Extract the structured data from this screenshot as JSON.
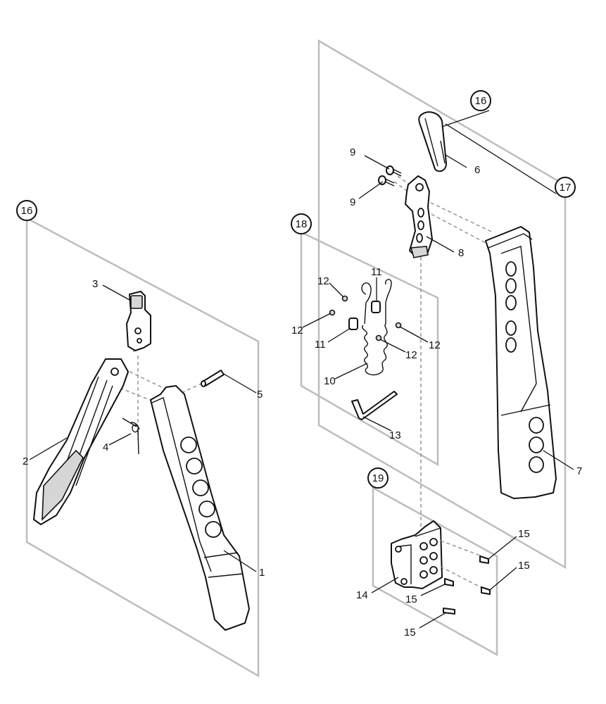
{
  "groups": [
    {
      "id": "16a",
      "label": "16"
    },
    {
      "id": "16b",
      "label": "16"
    },
    {
      "id": "17",
      "label": "17"
    },
    {
      "id": "18",
      "label": "18"
    },
    {
      "id": "19",
      "label": "19"
    }
  ],
  "parts": [
    {
      "id": "p1",
      "label": "1"
    },
    {
      "id": "p2",
      "label": "2"
    },
    {
      "id": "p3",
      "label": "3"
    },
    {
      "id": "p4",
      "label": "4"
    },
    {
      "id": "p5",
      "label": "5"
    },
    {
      "id": "p6",
      "label": "6"
    },
    {
      "id": "p7",
      "label": "7"
    },
    {
      "id": "p8",
      "label": "8"
    },
    {
      "id": "p9a",
      "label": "9"
    },
    {
      "id": "p9b",
      "label": "9"
    },
    {
      "id": "p10",
      "label": "10"
    },
    {
      "id": "p11a",
      "label": "11"
    },
    {
      "id": "p11b",
      "label": "11"
    },
    {
      "id": "p12a",
      "label": "12"
    },
    {
      "id": "p12b",
      "label": "12"
    },
    {
      "id": "p12c",
      "label": "12"
    },
    {
      "id": "p12d",
      "label": "12"
    },
    {
      "id": "p13",
      "label": "13"
    },
    {
      "id": "p14",
      "label": "14"
    },
    {
      "id": "p15a",
      "label": "15"
    },
    {
      "id": "p15b",
      "label": "15"
    },
    {
      "id": "p15c",
      "label": "15"
    },
    {
      "id": "p15d",
      "label": "15"
    }
  ]
}
